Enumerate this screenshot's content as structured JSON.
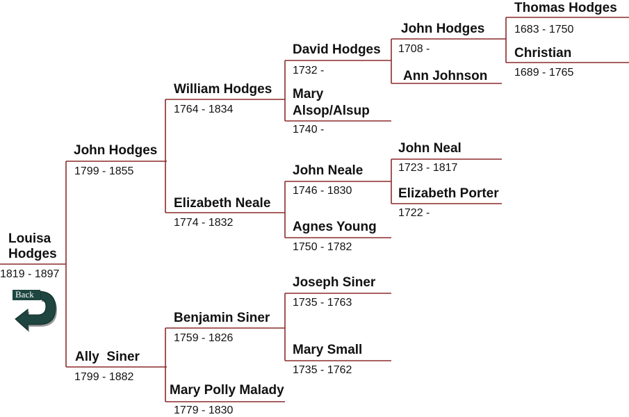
{
  "people": {
    "louisa": {
      "name_1": "Louisa",
      "name_2": "Hodges",
      "dates": "1819 - 1897"
    },
    "john_1799": {
      "name": "John Hodges",
      "dates": "1799 - 1855"
    },
    "ally": {
      "name": "Ally  Siner",
      "dates": "1799 - 1882"
    },
    "william": {
      "name": "William Hodges",
      "dates": "1764 - 1834"
    },
    "elizabeth_neale": {
      "name": "Elizabeth Neale",
      "dates": "1774 - 1832"
    },
    "benjamin": {
      "name": "Benjamin Siner",
      "dates": "1759 - 1826"
    },
    "mary_polly": {
      "name": "Mary Polly Malady",
      "dates": "1779 - 1830"
    },
    "david": {
      "name": "David Hodges",
      "dates": "1732 -"
    },
    "mary_alsop": {
      "name_1": "Mary",
      "name_2": "Alsop/Alsup",
      "dates": "1740 -"
    },
    "john_neale": {
      "name": "John Neale",
      "dates": "1746 - 1830"
    },
    "agnes": {
      "name": "Agnes Young",
      "dates": "1750 - 1782"
    },
    "joseph": {
      "name": "Joseph Siner",
      "dates": "1735 - 1763"
    },
    "mary_small": {
      "name": "Mary Small",
      "dates": "1735 - 1762"
    },
    "john_1708": {
      "name": "John Hodges",
      "dates": "1708 -"
    },
    "ann": {
      "name": "Ann Johnson"
    },
    "john_neal": {
      "name": "John Neal",
      "dates": "1723 - 1817"
    },
    "elizabeth_porter": {
      "name": "Elizabeth Porter",
      "dates": "1722 -"
    },
    "thomas": {
      "name": "Thomas Hodges",
      "dates": "1683 - 1750"
    },
    "christian": {
      "name": "Christian",
      "dates": "1689 - 1765"
    }
  },
  "back_button": {
    "label": "Back"
  },
  "colors": {
    "line": "#8b2a2a",
    "arrow": "#1e4540"
  }
}
